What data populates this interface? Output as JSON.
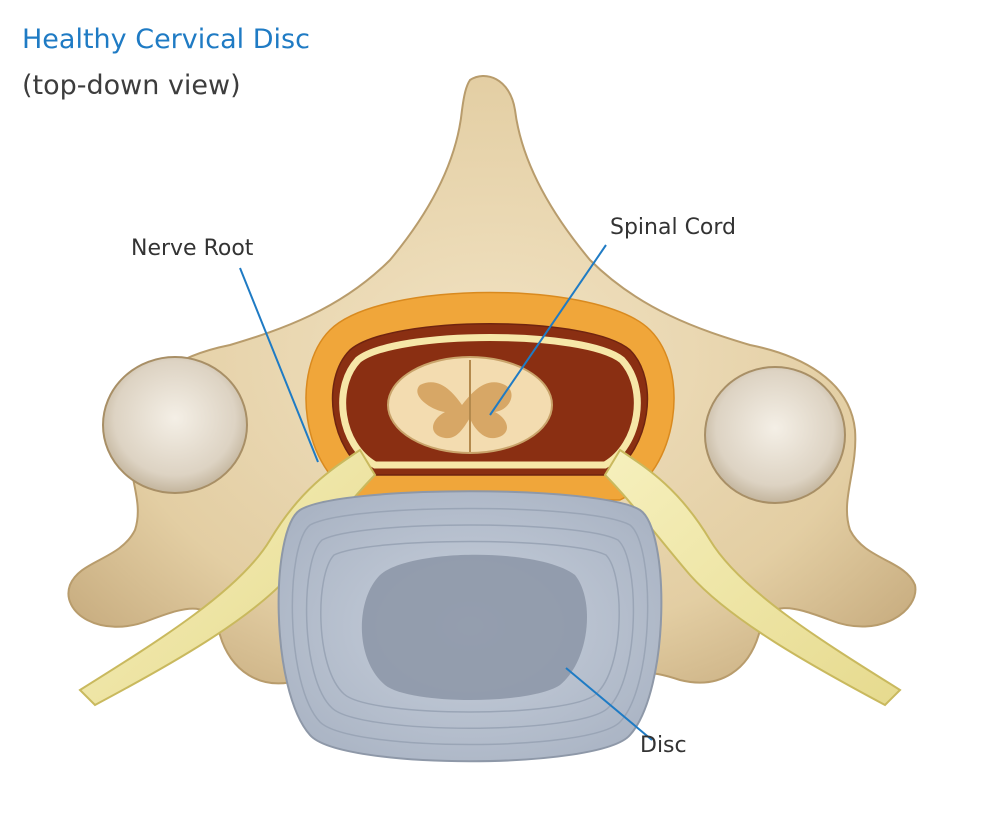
{
  "title": "Healthy Cervical Disc",
  "subtitle": "(top-down view)",
  "labels": {
    "nerve_root": "Nerve Root",
    "spinal_cord": "Spinal Cord",
    "disc": "Disc"
  },
  "colors": {
    "title": "#1f7bc4",
    "bone": "#e6d3ac",
    "bone_shadow": "#c9b084",
    "fat": "#f0a63a",
    "canal": "#8a2f12",
    "cord": "#f3dcb0",
    "gray_matter": "#d7a766",
    "nerve": "#f1e9a6",
    "disc": "#b9c3d2",
    "nucleus": "#8e98a8",
    "leader_line": "#1f7bc4"
  }
}
